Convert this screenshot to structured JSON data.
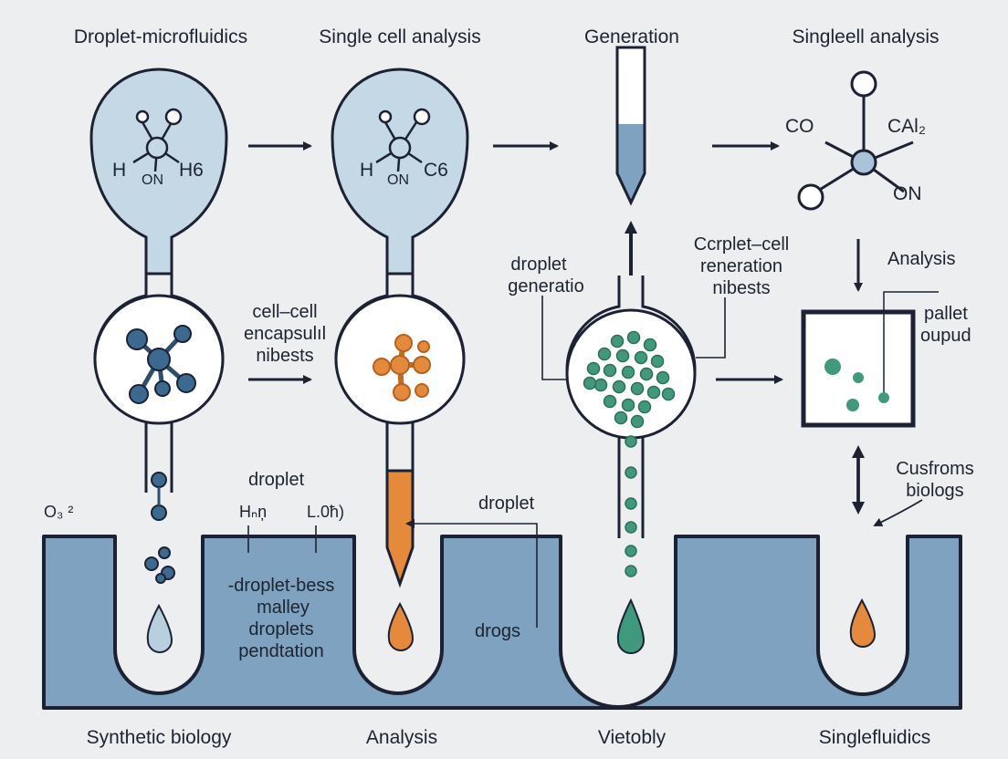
{
  "top_titles": [
    "Droplet-microfluidics",
    "Single cell analysis",
    "Generation",
    "Single​ell analysis"
  ],
  "bottom_titles": [
    "Synthetic biology",
    "Analysis",
    "Vietobly",
    "Singlefluidics"
  ],
  "flask1": {
    "atoms": [
      "H",
      "ON",
      "H6"
    ]
  },
  "flask2": {
    "atoms": [
      "H",
      "ON",
      "C6"
    ]
  },
  "molecule4": {
    "atoms": [
      "CO",
      "CAl₂",
      "ON"
    ]
  },
  "mid_labels": {
    "encapsulation": [
      "cell–cell",
      "encapsulıl",
      "nibests"
    ],
    "droplet_generation": [
      "droplet",
      "generatio"
    ],
    "complet_cell": [
      "Ccrplet–cell",
      "reneration",
      "nibests"
    ],
    "analysis": "Analysis",
    "pallet_output": [
      "pallet",
      "oupud"
    ],
    "cusfroms": [
      "Cusfroms",
      "biologs"
    ]
  },
  "channel_labels": {
    "o2": "O₃ ²",
    "h": "Hₙņ",
    "l0": "L.0ħ)",
    "droplet_a": "droplet",
    "droplet_b": "droplet",
    "dropless": [
      "-droplet-bess",
      "malley",
      "droplets",
      "pendtation"
    ],
    "drogs": "drogs"
  },
  "colors": {
    "outline": "#1c2233",
    "flask_fill": "#c4d8e6",
    "channel": "#7ea2bf",
    "blue_cell": "#3a6a90",
    "orange_cell": "#e58a3a",
    "green_cell": "#3f9a7d",
    "tube_liquid": "#7ea2bf"
  }
}
